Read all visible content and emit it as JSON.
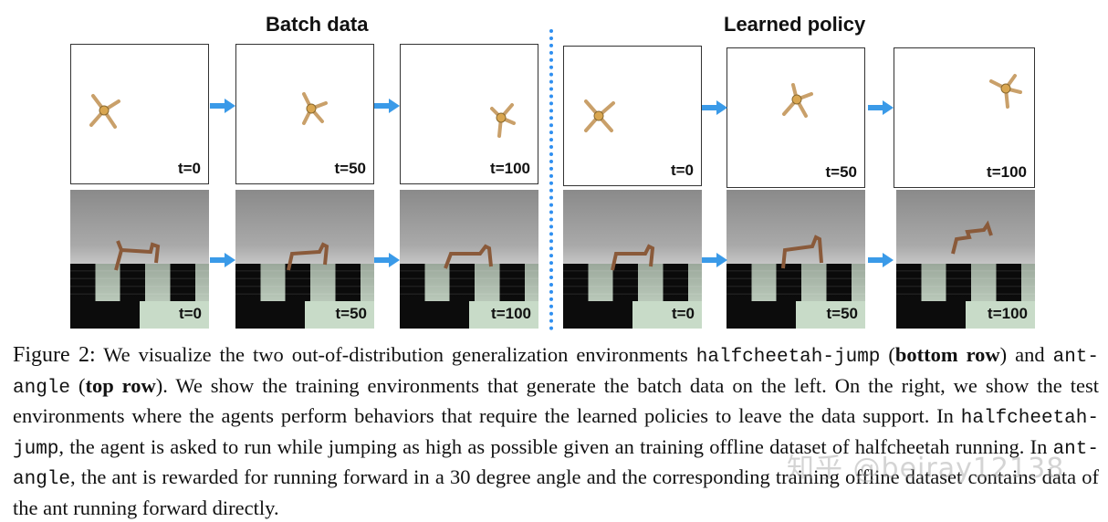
{
  "figure": {
    "headings": {
      "left": "Batch data",
      "right": "Learned policy"
    },
    "ant_row_labels": [
      "t=0",
      "t=50",
      "t=100",
      "t=0",
      "t=50",
      "t=100"
    ],
    "cheetah_row_labels": [
      "t=0",
      "t=50",
      "t=100",
      "t=0",
      "t=50",
      "t=100"
    ],
    "colors": {
      "arrow": "#3a9ae8",
      "divider": "#2f8ff0",
      "agent": "#c9a06a"
    }
  },
  "caption": {
    "fig_label": "Figure 2:",
    "s1": " We visualize the two out-of-distribution generalization environments ",
    "env1": "halfcheetah-jump",
    "s2": " (",
    "b1": "bottom row",
    "s3": ") and ",
    "env2": "ant-angle",
    "s4": " (",
    "b2": "top row",
    "s5": "). We show the training environments that generate the batch data on the left. On the right, we show the test environments where the agents perform behaviors that require the learned policies to leave the data support. In ",
    "env3": "halfcheetah-jump",
    "s6": ", the agent is asked to run while jumping as high as possible given an training offline dataset of halfcheetah running. In ",
    "env4": "ant-angle",
    "s7": ", the ant is rewarded for running forward in a 30 degree angle and the corresponding training offline dataset contains data of the ant running forward directly."
  },
  "watermark": "知乎 @beiray12138"
}
